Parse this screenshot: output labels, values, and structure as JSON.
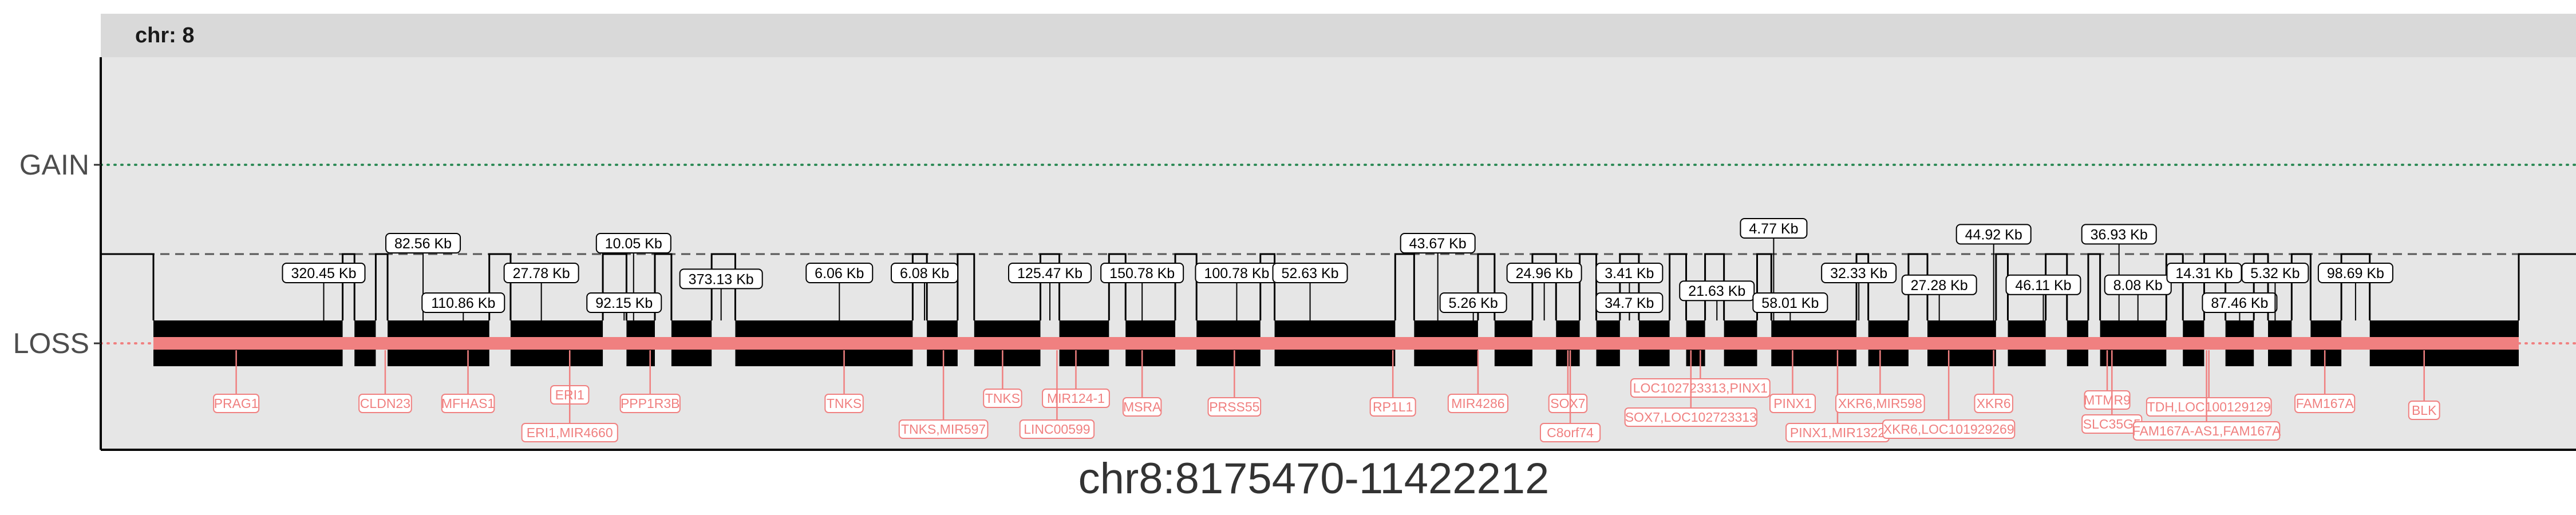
{
  "chart_data": {
    "type": "segment",
    "facet_label": "chr: 8",
    "xlabel": "chr8:8175470-11422212",
    "y_categories": [
      "GAIN",
      "LOSS"
    ],
    "colors": {
      "panel": "#e6e6e6",
      "strip": "#d9d9d9",
      "gene": "#f08080",
      "gain_line": "#2e8b57",
      "loss_line": "#f08080",
      "bars": "#000000"
    },
    "loss_segments": [
      [
        0.0,
        0.08
      ],
      [
        0.085,
        0.094
      ],
      [
        0.099,
        0.142
      ],
      [
        0.151,
        0.19
      ],
      [
        0.2,
        0.212
      ],
      [
        0.219,
        0.236
      ],
      [
        0.246,
        0.321
      ],
      [
        0.327,
        0.34
      ],
      [
        0.347,
        0.375
      ],
      [
        0.383,
        0.404
      ],
      [
        0.411,
        0.432
      ],
      [
        0.441,
        0.468
      ],
      [
        0.474,
        0.525
      ],
      [
        0.533,
        0.56
      ],
      [
        0.567,
        0.583
      ],
      [
        0.593,
        0.603
      ],
      [
        0.61,
        0.62
      ],
      [
        0.628,
        0.641
      ],
      [
        0.648,
        0.656
      ],
      [
        0.664,
        0.678
      ],
      [
        0.684,
        0.72
      ],
      [
        0.725,
        0.742
      ],
      [
        0.75,
        0.779
      ],
      [
        0.784,
        0.8
      ],
      [
        0.809,
        0.818
      ],
      [
        0.823,
        0.851
      ],
      [
        0.858,
        0.867
      ],
      [
        0.876,
        0.888
      ],
      [
        0.894,
        0.904
      ],
      [
        0.912,
        0.925
      ],
      [
        0.937,
        1.0
      ]
    ],
    "size_labels": [
      {
        "text": "320.45 Kb",
        "x": 0.072,
        "row": 0
      },
      {
        "text": "82.56 Kb",
        "x": 0.114,
        "row": -1
      },
      {
        "text": "110.86 Kb",
        "x": 0.131,
        "row": 1
      },
      {
        "text": "27.78 Kb",
        "x": 0.164,
        "row": 0
      },
      {
        "text": "10.05 Kb",
        "x": 0.203,
        "row": -1
      },
      {
        "text": "92.15 Kb",
        "x": 0.199,
        "row": 1
      },
      {
        "text": "373.13 Kb",
        "x": 0.24,
        "row": 0.2
      },
      {
        "text": "6.06 Kb",
        "x": 0.29,
        "row": 0
      },
      {
        "text": "6.08 Kb",
        "x": 0.326,
        "row": 0
      },
      {
        "text": "125.47 Kb",
        "x": 0.379,
        "row": 0
      },
      {
        "text": "150.78 Kb",
        "x": 0.418,
        "row": 0
      },
      {
        "text": "100.78 Kb",
        "x": 0.458,
        "row": 0
      },
      {
        "text": "52.63 Kb",
        "x": 0.489,
        "row": 0
      },
      {
        "text": "43.67 Kb",
        "x": 0.543,
        "row": -1
      },
      {
        "text": "5.26 Kb",
        "x": 0.558,
        "row": 1
      },
      {
        "text": "24.96 Kb",
        "x": 0.588,
        "row": 0
      },
      {
        "text": "3.41 Kb",
        "x": 0.624,
        "row": 0
      },
      {
        "text": "34.7 Kb",
        "x": 0.624,
        "row": 1
      },
      {
        "text": "21.63 Kb",
        "x": 0.661,
        "row": 0.6
      },
      {
        "text": "4.77 Kb",
        "x": 0.685,
        "row": -1.5
      },
      {
        "text": "58.01 Kb",
        "x": 0.692,
        "row": 1
      },
      {
        "text": "32.33 Kb",
        "x": 0.721,
        "row": 0
      },
      {
        "text": "27.28 Kb",
        "x": 0.755,
        "row": 0.4
      },
      {
        "text": "44.92 Kb",
        "x": 0.778,
        "row": -1.3
      },
      {
        "text": "46.11 Kb",
        "x": 0.799,
        "row": 0.4
      },
      {
        "text": "36.93 Kb",
        "x": 0.831,
        "row": -1.3
      },
      {
        "text": "8.08 Kb",
        "x": 0.839,
        "row": 0.4
      },
      {
        "text": "14.31 Kb",
        "x": 0.867,
        "row": 0
      },
      {
        "text": "87.46 Kb",
        "x": 0.882,
        "row": 1
      },
      {
        "text": "5.32 Kb",
        "x": 0.897,
        "row": 0
      },
      {
        "text": "98.69 Kb",
        "x": 0.931,
        "row": 0
      }
    ],
    "gene_labels": [
      {
        "text": "PRAG1",
        "x": 0.035,
        "row": 1
      },
      {
        "text": "CLDN23",
        "x": 0.098,
        "row": 1
      },
      {
        "text": "MFHAS1",
        "x": 0.133,
        "row": 1
      },
      {
        "text": "ERI1",
        "x": 0.176,
        "row": 0.5
      },
      {
        "text": "ERI1,MIR4660",
        "x": 0.176,
        "row": 2.7
      },
      {
        "text": "PPP1R3B",
        "x": 0.21,
        "row": 1
      },
      {
        "text": "TNKS",
        "x": 0.292,
        "row": 1
      },
      {
        "text": "TNKS,MIR597",
        "x": 0.334,
        "row": 2.5
      },
      {
        "text": "TNKS",
        "x": 0.359,
        "row": 0.7
      },
      {
        "text": "MIR124-1",
        "x": 0.39,
        "row": 0.7
      },
      {
        "text": "LINC00599",
        "x": 0.382,
        "row": 2.5
      },
      {
        "text": "MSRA",
        "x": 0.418,
        "row": 1.2
      },
      {
        "text": "PRSS55",
        "x": 0.457,
        "row": 1.2
      },
      {
        "text": "RP1L1",
        "x": 0.524,
        "row": 1.2
      },
      {
        "text": "MIR4286",
        "x": 0.56,
        "row": 1
      },
      {
        "text": "SOX7",
        "x": 0.598,
        "row": 1
      },
      {
        "text": "C8orf74",
        "x": 0.599,
        "row": 2.7
      },
      {
        "text": "LOC102723313,PINX1",
        "x": 0.654,
        "row": 0.1
      },
      {
        "text": "SOX7,LOC102723313",
        "x": 0.65,
        "row": 1.8
      },
      {
        "text": "PINX1",
        "x": 0.693,
        "row": 1
      },
      {
        "text": "PINX1,MIR1322",
        "x": 0.712,
        "row": 2.7
      },
      {
        "text": "XKR6,MIR598",
        "x": 0.73,
        "row": 1
      },
      {
        "text": "XKR6,LOC101929269",
        "x": 0.759,
        "row": 2.5
      },
      {
        "text": "XKR6",
        "x": 0.778,
        "row": 1
      },
      {
        "text": "MTMR9",
        "x": 0.826,
        "row": 0.8
      },
      {
        "text": "SLC35G5",
        "x": 0.828,
        "row": 2.2
      },
      {
        "text": "TDH,LOC100129129",
        "x": 0.869,
        "row": 1.2
      },
      {
        "text": "FAM167A-AS1,FAM167A",
        "x": 0.868,
        "row": 2.6
      },
      {
        "text": "FAM167A",
        "x": 0.918,
        "row": 1
      },
      {
        "text": "BLK",
        "x": 0.96,
        "row": 1.4
      }
    ]
  }
}
